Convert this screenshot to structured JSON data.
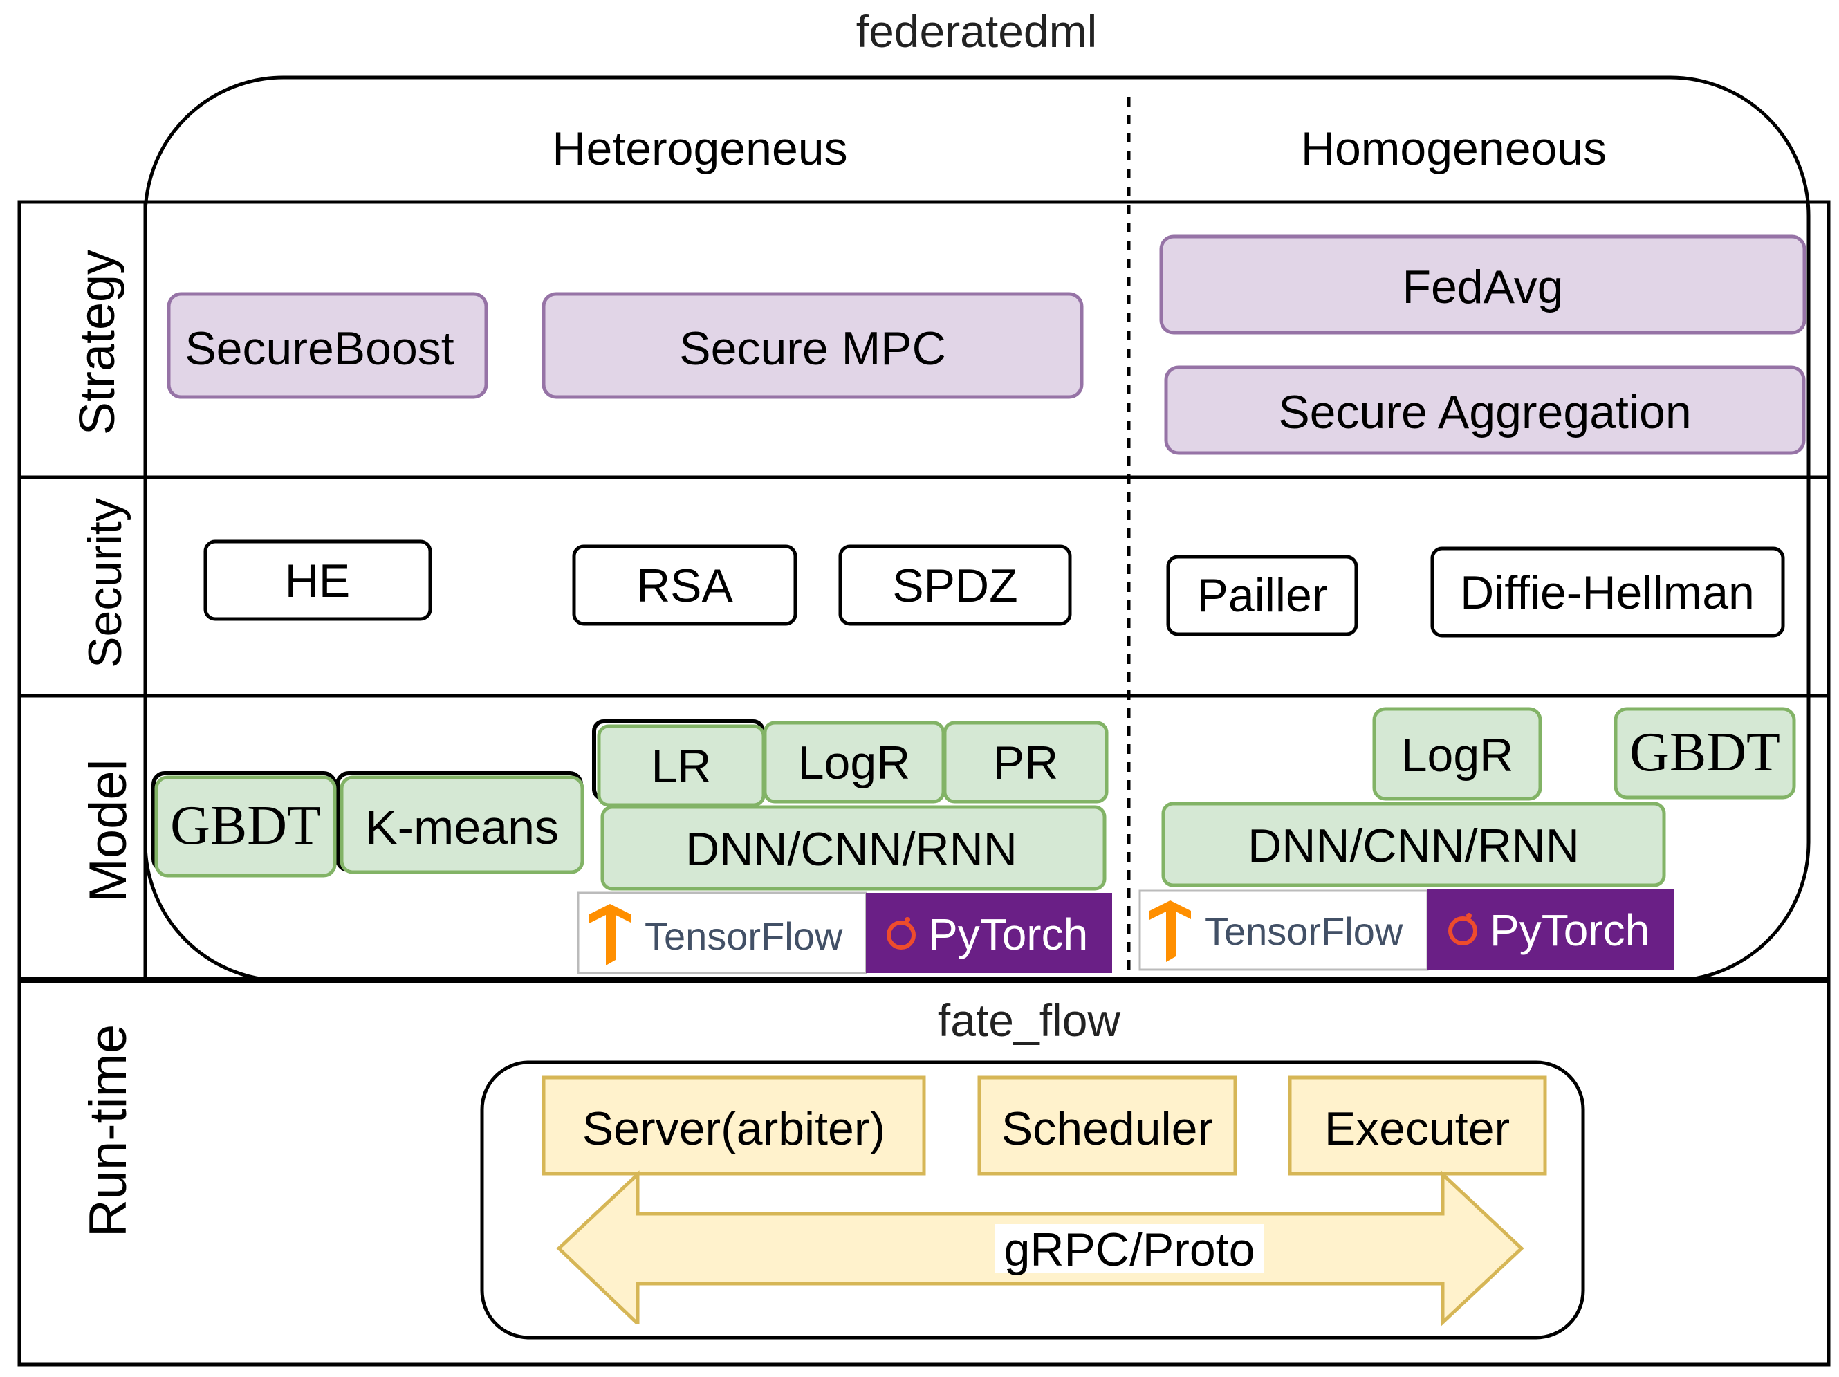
{
  "top_title": "federatedml",
  "columns": {
    "left": "Heterogeneus",
    "right": "Homogeneous"
  },
  "rows": {
    "strategy": "Strategy",
    "security": "Security",
    "model": "Model",
    "runtime": "Run-time"
  },
  "strategy": {
    "hetero": [
      "SecureBoost",
      "Secure MPC"
    ],
    "homo": [
      "FedAvg",
      "Secure Aggregation"
    ]
  },
  "security": {
    "hetero": [
      "HE",
      "RSA",
      "SPDZ"
    ],
    "homo": [
      "Pailler",
      "Diffie-Hellman"
    ]
  },
  "model": {
    "hetero": [
      "GBDT",
      "K-means",
      "LR",
      "LogR",
      "PR",
      "DNN/CNN/RNN"
    ],
    "homo": [
      "LogR",
      "GBDT",
      "DNN/CNN/RNN"
    ]
  },
  "frameworks": {
    "tensorflow": "TensorFlow",
    "pytorch": "PyTorch"
  },
  "runtime": {
    "title": "fate_flow",
    "components": [
      "Server(arbiter)",
      "Scheduler",
      "Executer"
    ],
    "protocol": "gRPC/Proto"
  },
  "colors": {
    "strategy_fill": "#e1d5e7",
    "strategy_stroke": "#9673a6",
    "model_fill": "#d5e8d4",
    "model_stroke": "#82b366",
    "runtime_fill": "#fff2cc",
    "runtime_stroke": "#d6b656",
    "pytorch_bg": "#6a1f86",
    "tensorflow_orange": "#ff8f00",
    "tensorflow_text": "#425066"
  }
}
